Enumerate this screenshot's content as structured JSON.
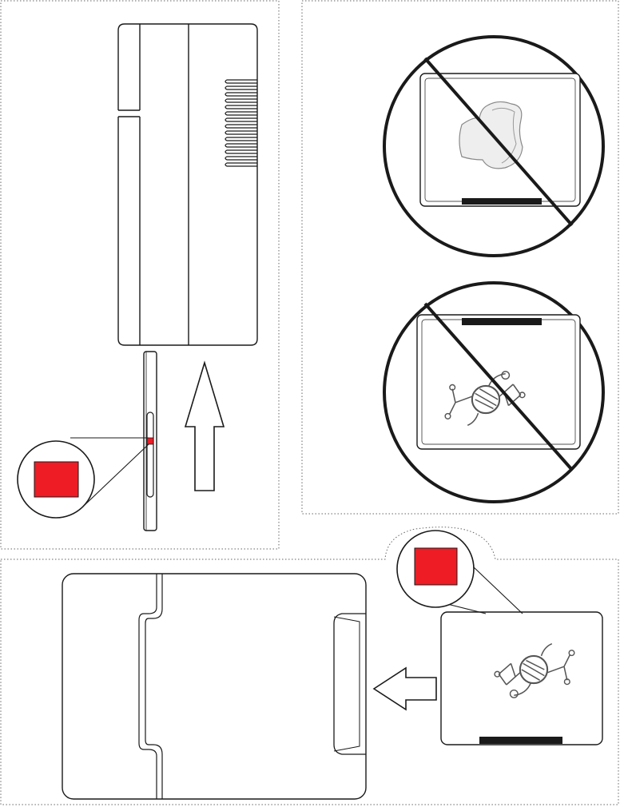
{
  "diagram": {
    "colors": {
      "line": "#1a1a1a",
      "accent_red": "#ee1c25",
      "panel_border": "#666666",
      "illustration_gray": "#d9d9d9",
      "background": "#ffffff"
    },
    "panels": [
      {
        "id": "panel-insert",
        "content": [
          "device-side-view",
          "card-slot-profile",
          "insert-arrow",
          "red-indicator-zoom"
        ]
      },
      {
        "id": "panel-wrong-orientation",
        "content": [
          "prohibited-rotated-card",
          "prohibited-flipped-card"
        ]
      },
      {
        "id": "panel-correct-orientation",
        "content": [
          "device-front-view",
          "correct-card",
          "insert-arrow",
          "red-indicator-zoom"
        ]
      }
    ],
    "icons": [
      "prohibition-icon",
      "arrow-up-icon",
      "arrow-left-icon",
      "magnifier-callout-icon",
      "card-logo-icon"
    ],
    "indicator": {
      "shape": "square",
      "color": "#ee1c25"
    }
  }
}
